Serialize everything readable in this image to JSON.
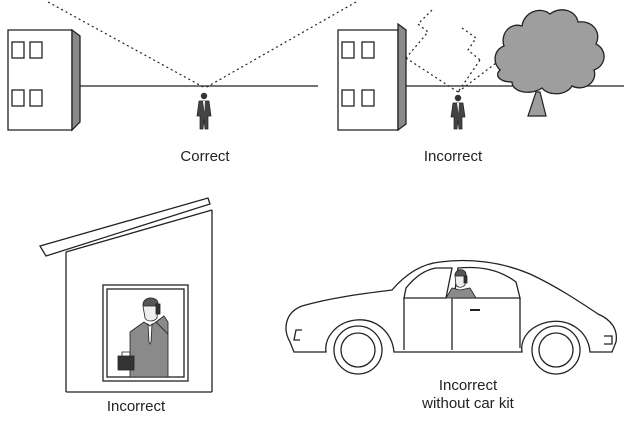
{
  "panels": {
    "correct": {
      "caption": "Correct"
    },
    "incorrect_tree": {
      "caption": "Incorrect"
    },
    "incorrect_house": {
      "caption": "Incorrect"
    },
    "incorrect_car": {
      "caption_line1": "Incorrect",
      "caption_line2": "without car kit"
    }
  },
  "colors": {
    "ink": "#222222",
    "tree_fill": "#9e9e9e",
    "wall_shade": "#8a8a8a",
    "person_fill": "#555555",
    "background": "#ffffff"
  }
}
